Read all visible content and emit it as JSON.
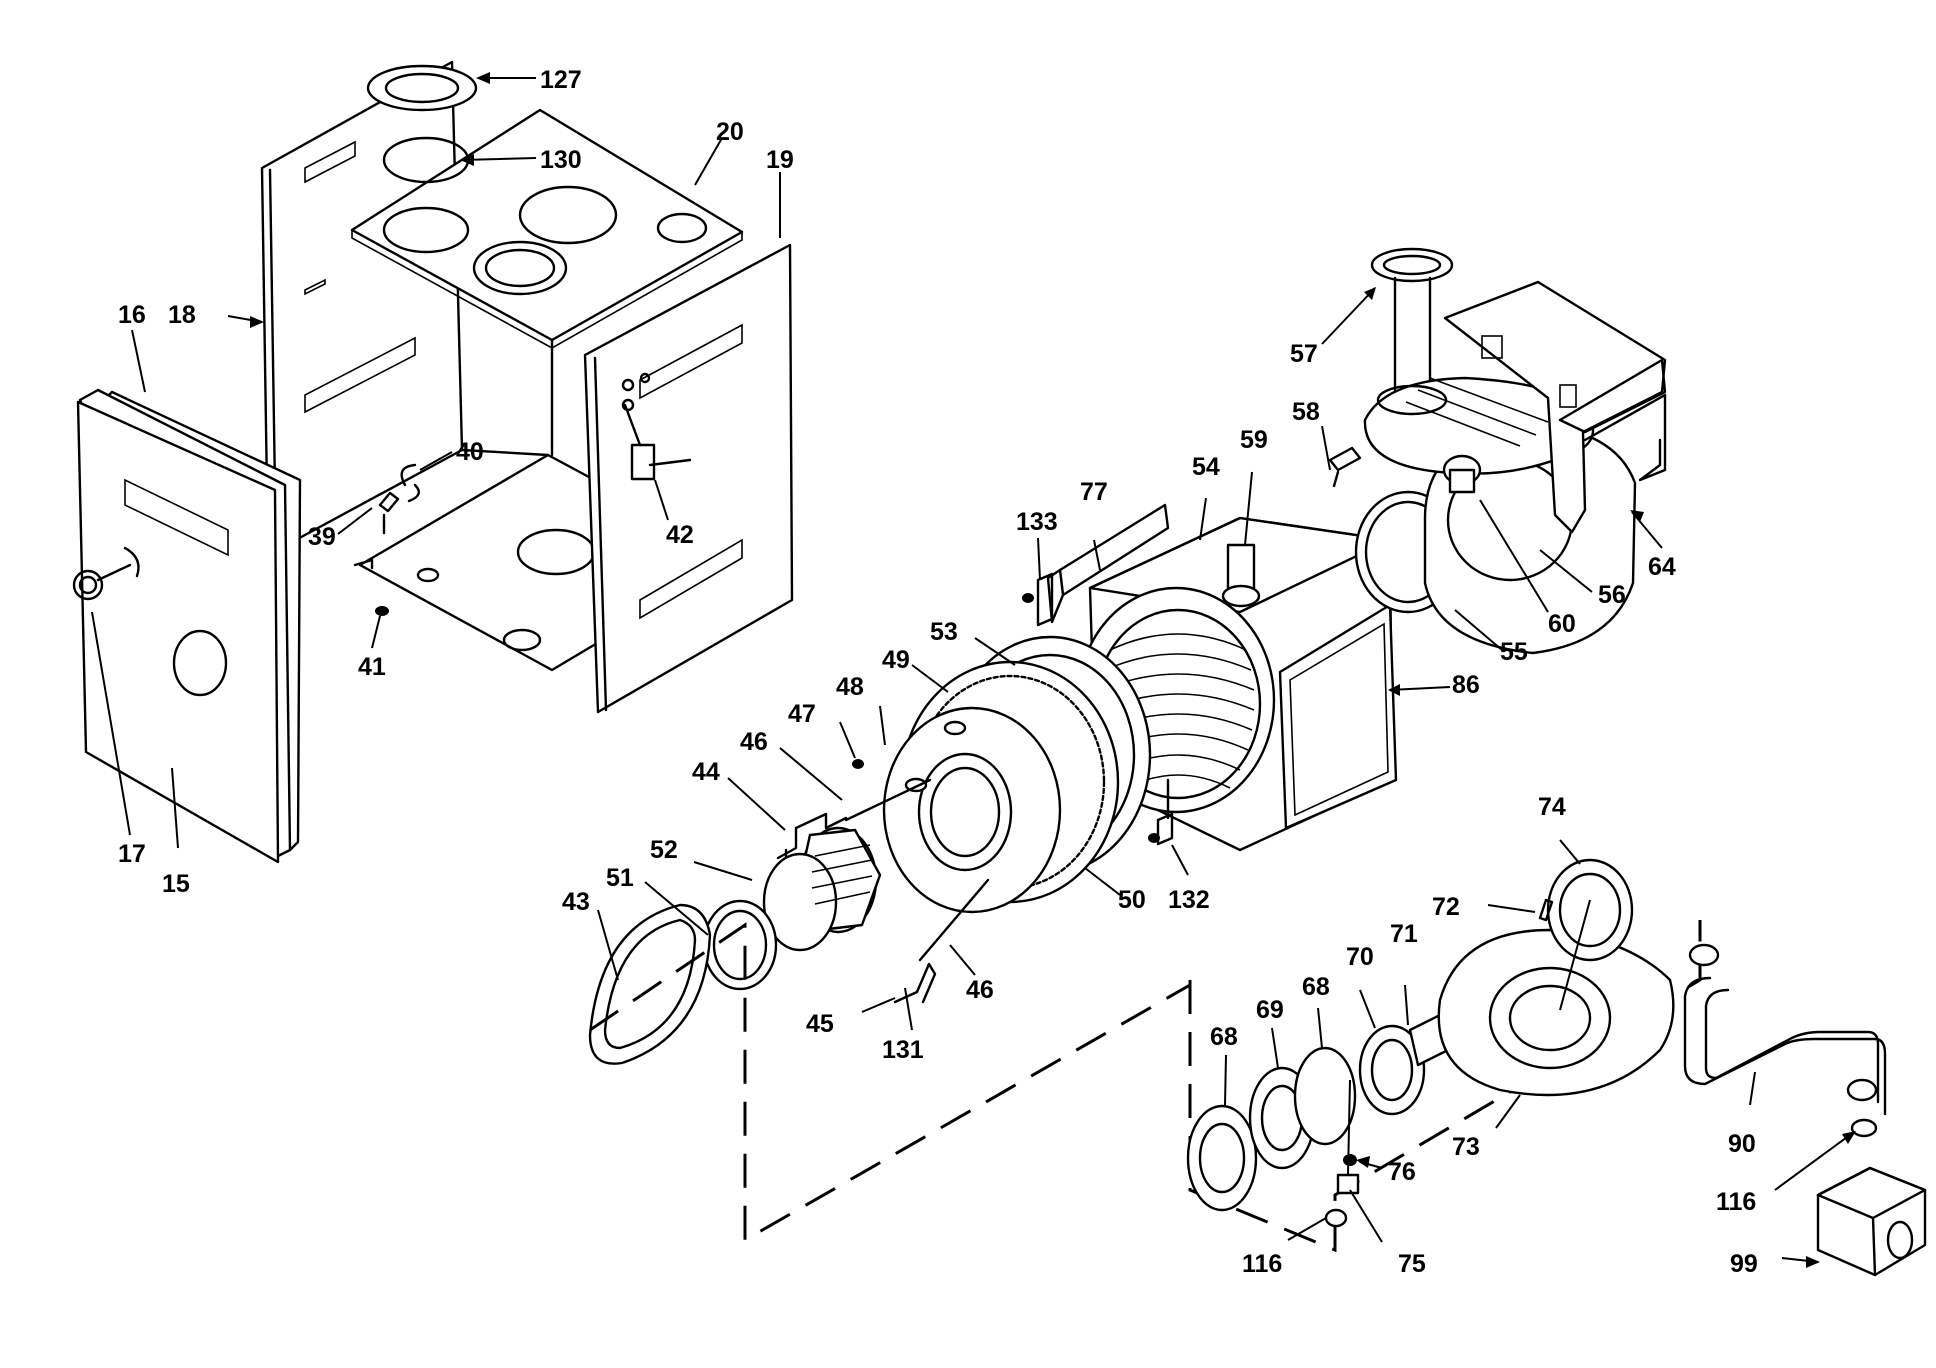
{
  "callouts": [
    {
      "id": "c127",
      "label": "127"
    },
    {
      "id": "c130",
      "label": "130"
    },
    {
      "id": "c20",
      "label": "20"
    },
    {
      "id": "c19",
      "label": "19"
    },
    {
      "id": "c18",
      "label": "18"
    },
    {
      "id": "c16",
      "label": "16"
    },
    {
      "id": "c40",
      "label": "40"
    },
    {
      "id": "c39",
      "label": "39"
    },
    {
      "id": "c42",
      "label": "42"
    },
    {
      "id": "c41",
      "label": "41"
    },
    {
      "id": "c17",
      "label": "17"
    },
    {
      "id": "c15",
      "label": "15"
    },
    {
      "id": "c57",
      "label": "57"
    },
    {
      "id": "c58",
      "label": "58"
    },
    {
      "id": "c59",
      "label": "59"
    },
    {
      "id": "c54",
      "label": "54"
    },
    {
      "id": "c77",
      "label": "77"
    },
    {
      "id": "c133",
      "label": "133"
    },
    {
      "id": "c64",
      "label": "64"
    },
    {
      "id": "c56",
      "label": "56"
    },
    {
      "id": "c60",
      "label": "60"
    },
    {
      "id": "c55",
      "label": "55"
    },
    {
      "id": "c86",
      "label": "86"
    },
    {
      "id": "c53",
      "label": "53"
    },
    {
      "id": "c49",
      "label": "49"
    },
    {
      "id": "c48",
      "label": "48"
    },
    {
      "id": "c47",
      "label": "47"
    },
    {
      "id": "c46a",
      "label": "46"
    },
    {
      "id": "c44",
      "label": "44"
    },
    {
      "id": "c52",
      "label": "52"
    },
    {
      "id": "c51",
      "label": "51"
    },
    {
      "id": "c43",
      "label": "43"
    },
    {
      "id": "c50",
      "label": "50"
    },
    {
      "id": "c132",
      "label": "132"
    },
    {
      "id": "c46b",
      "label": "46"
    },
    {
      "id": "c45",
      "label": "45"
    },
    {
      "id": "c131",
      "label": "131"
    },
    {
      "id": "c74",
      "label": "74"
    },
    {
      "id": "c72",
      "label": "72"
    },
    {
      "id": "c71",
      "label": "71"
    },
    {
      "id": "c70",
      "label": "70"
    },
    {
      "id": "c68a",
      "label": "68"
    },
    {
      "id": "c69",
      "label": "69"
    },
    {
      "id": "c68b",
      "label": "68"
    },
    {
      "id": "c73",
      "label": "73"
    },
    {
      "id": "c76",
      "label": "76"
    },
    {
      "id": "c75",
      "label": "75"
    },
    {
      "id": "c116a",
      "label": "116"
    },
    {
      "id": "c90",
      "label": "90"
    },
    {
      "id": "c116b",
      "label": "116"
    },
    {
      "id": "c99",
      "label": "99"
    }
  ]
}
